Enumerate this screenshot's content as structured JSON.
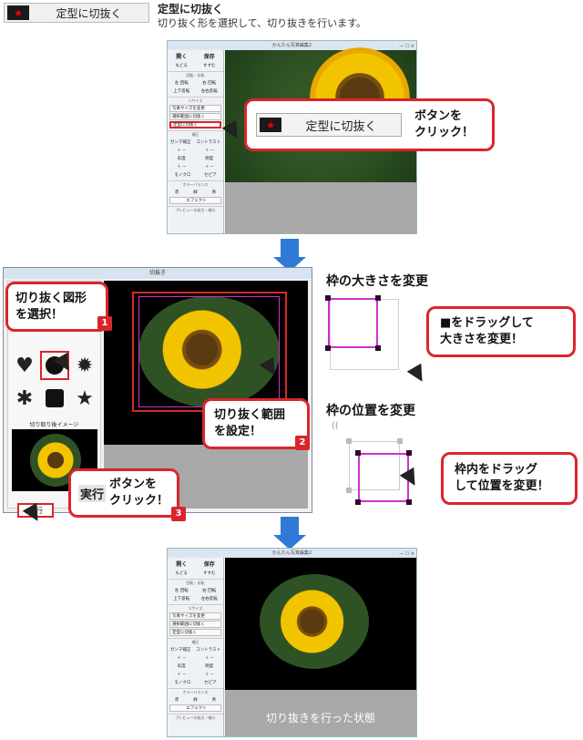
{
  "header": {
    "button_label": "定型に切抜く",
    "title": "定型に切抜く",
    "description": "切り抜く形を選択して、切り抜きを行います。"
  },
  "window1": {
    "title": "かんたん写真編集2",
    "sidebar": {
      "open": "開く",
      "save": "保存",
      "undo": "もどる",
      "redo": "すすむ",
      "rotate_section": "回転・反転",
      "rotate_left": "左 回転",
      "rotate_right": "右 回転",
      "flip_v": "上下反転",
      "flip_h": "左右反転",
      "resize_section": "リサイズ",
      "photo_size": "写真サイズを変更",
      "crop_range": "選択範囲に切抜く",
      "crop_shape": "定型に切抜く",
      "adjust_section": "補正",
      "gamma": "ガンマ補正",
      "contrast": "コントラスト",
      "hue": "彩度",
      "brightness": "明度",
      "mono": "モノクロ",
      "sepia": "セピア",
      "color_section": "カラーバランス",
      "r": "赤",
      "g": "緑",
      "b": "青",
      "effect": "エフェクト",
      "preview": "プレビューの拡大・縮小"
    }
  },
  "callout1": {
    "button_label": "定型に切抜く",
    "text": "ボタンを\nクリック！"
  },
  "dialog": {
    "title": "切抜き",
    "preview_label": "切り取り後イメージ",
    "execute": "実行"
  },
  "callouts_mid": {
    "select_shape": "切り抜く図形\nを選択！",
    "set_range": "切り抜く範囲\nを設定！",
    "execute_prefix": "実行",
    "execute_suffix": "ボタンを\nクリック！",
    "badge1": "1",
    "badge2": "2",
    "badge3": "3"
  },
  "right_panel": {
    "size_heading": "枠の大きさを変更",
    "size_callout": "■をドラッグして\n大きさを変更！",
    "position_heading": "枠の位置を変更",
    "position_callout": "枠内をドラッグ\nして位置を変更！"
  },
  "window2": {
    "title": "かんたん写真編集2",
    "result_label": "切り抜きを行った状態"
  },
  "colors": {
    "accent_red": "#d9262c",
    "arrow_blue": "#2f7ad6",
    "frame_magenta": "#cc33cc"
  }
}
